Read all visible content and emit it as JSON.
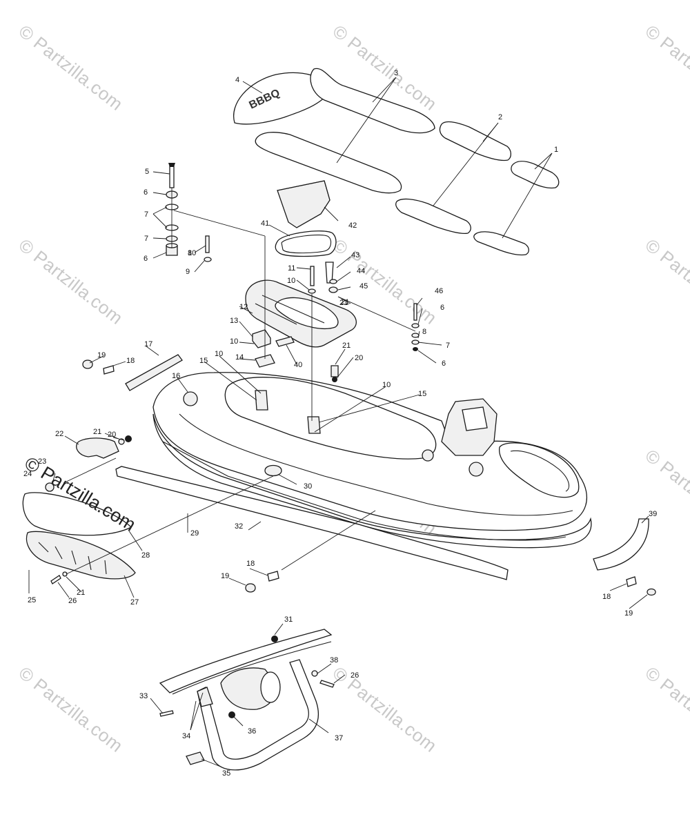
{
  "watermarks": {
    "small": "© Partzilla.com",
    "main": "© Partzilla.com"
  },
  "decal_text": "BBBQ",
  "callouts": [
    "1",
    "2",
    "3",
    "4",
    "5",
    "6",
    "6",
    "6",
    "6",
    "7",
    "7",
    "7",
    "8",
    "8",
    "9",
    "10",
    "10",
    "10",
    "10",
    "10",
    "11",
    "12",
    "13",
    "14",
    "15",
    "15",
    "16",
    "17",
    "18",
    "18",
    "18",
    "19",
    "19",
    "19",
    "20",
    "20",
    "21",
    "21",
    "21",
    "21",
    "21",
    "22",
    "23",
    "24",
    "25",
    "26",
    "26",
    "27",
    "28",
    "29",
    "30",
    "31",
    "32",
    "33",
    "34",
    "35",
    "36",
    "37",
    "38",
    "39",
    "40",
    "41",
    "42",
    "43",
    "44",
    "45",
    "46"
  ]
}
